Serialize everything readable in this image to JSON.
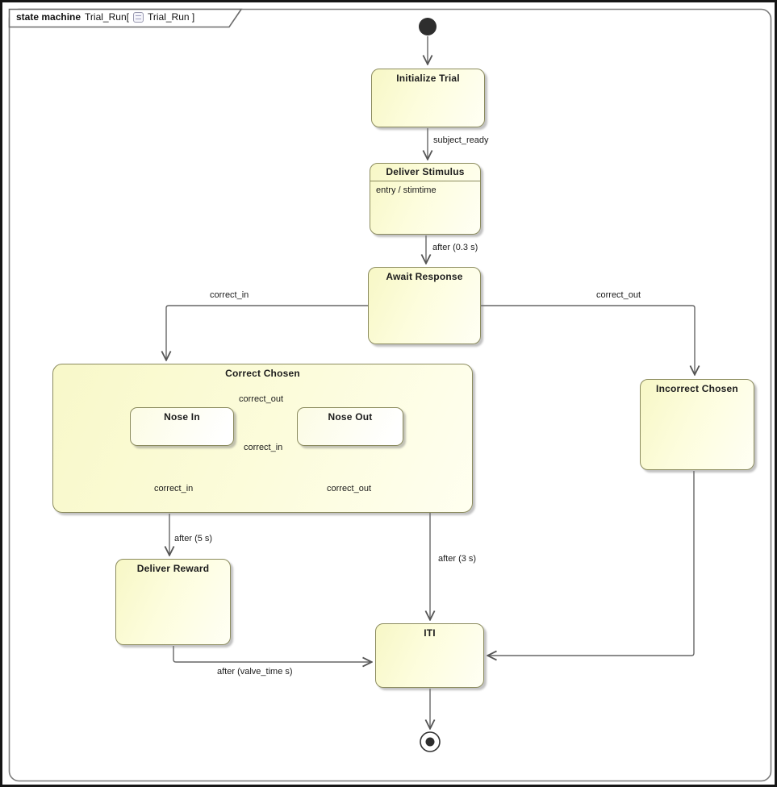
{
  "frame": {
    "kind_label": "state machine",
    "machine_name": "Trial_Run[",
    "machine_suffix": "Trial_Run ]"
  },
  "states": {
    "initialize_trial": {
      "name": "Initialize Trial"
    },
    "deliver_stimulus": {
      "name": "Deliver Stimulus",
      "entry": "entry / stimtime"
    },
    "await_response": {
      "name": "Await Response"
    },
    "correct_chosen": {
      "name": "Correct Chosen"
    },
    "nose_in": {
      "name": "Nose In"
    },
    "nose_out": {
      "name": "Nose Out"
    },
    "incorrect_chosen": {
      "name": "Incorrect Chosen"
    },
    "deliver_reward": {
      "name": "Deliver Reward"
    },
    "iti": {
      "name": "ITI"
    }
  },
  "transitions": {
    "subject_ready": "subject_ready",
    "after_03s": "after (0.3 s)",
    "correct_in_main": "correct_in",
    "correct_out_main": "correct_out",
    "nosein_to_noseout": "correct_out",
    "noseout_to_nosein": "correct_in",
    "nosein_self": "correct_in",
    "noseout_self": "correct_out",
    "after_5s": "after (5 s)",
    "after_3s": "after (3 s)",
    "after_valve": "after (valve_time s)"
  },
  "colors": {
    "state_fill_start": "#f7f7c6",
    "state_fill_end": "#fffff4",
    "state_border": "#8b8b5e",
    "edge_stroke": "#666666",
    "pseudostate_fill": "#2e2e2e",
    "frame_border": "#808080"
  }
}
